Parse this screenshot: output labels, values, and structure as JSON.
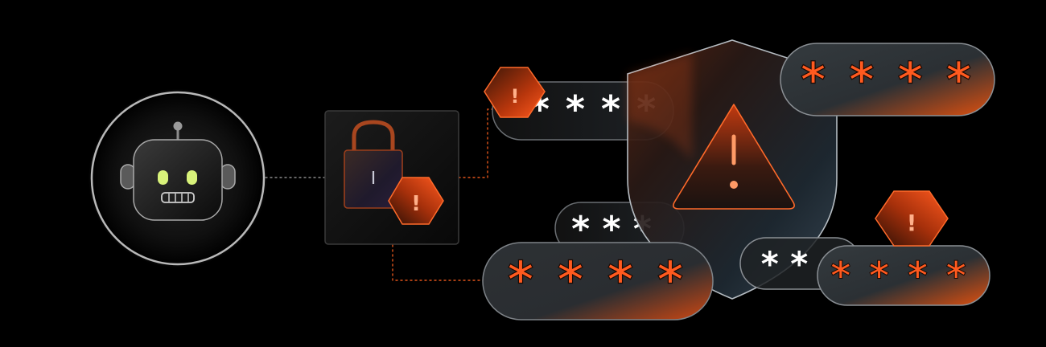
{
  "scene": {
    "background": "#000000",
    "accent": "#ff5a1f",
    "accent_dark": "#c23a10",
    "eye_color": "#d8f27a",
    "glass_stroke": "#8a8f96",
    "connector_style": "dotted"
  },
  "robot": {
    "icon": "robot-icon"
  },
  "lock_card": {
    "icon": "padlock-icon",
    "alert_icon": "exclamation-hexagon-icon"
  },
  "shield": {
    "icon": "shield-icon",
    "alert_icon": "warning-triangle-icon"
  },
  "password_fields": [
    {
      "text": "* * * *",
      "style": "white-on-dark"
    },
    {
      "text": "* * * *",
      "style": "orange-on-dark"
    },
    {
      "text": "* * *",
      "style": "white-on-dark"
    },
    {
      "text": "* * * *",
      "style": "orange-on-dark"
    },
    {
      "text": "* *",
      "style": "white-on-dark"
    },
    {
      "text": "* * * *",
      "style": "orange-on-dark"
    }
  ],
  "hex_alerts": [
    {
      "symbol": "!"
    },
    {
      "symbol": "!"
    },
    {
      "symbol": "!"
    }
  ],
  "shield_alert": {
    "symbol": "!"
  }
}
